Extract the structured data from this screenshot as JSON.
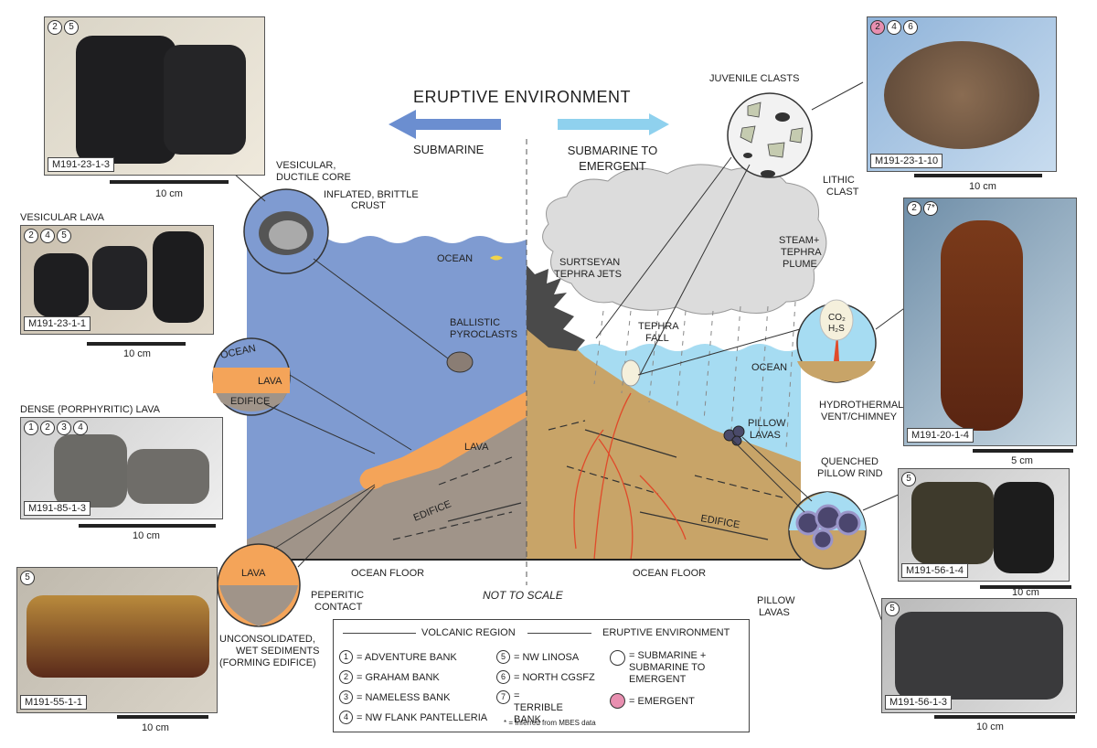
{
  "title": "ERUPTIVE ENVIRONMENT",
  "direction_left": "SUBMARINE",
  "direction_right": "SUBMARINE TO EMERGENT",
  "not_to_scale": "NOT TO SCALE",
  "diagram_labels": {
    "ocean_left": "OCEAN",
    "ocean_right": "OCEAN",
    "ballistic": "BALLISTIC PYROCLASTS",
    "lava": "LAVA",
    "edifice_left": "EDIFICE",
    "edifice_right": "EDIFICE",
    "ocean_floor_left": "OCEAN FLOOR",
    "ocean_floor_right": "OCEAN FLOOR",
    "surtseyan": "SURTSEYAN TEPHRA JETS",
    "steam": "STEAM+ TEPHRA PLUME",
    "tephra_fall": "TEPHRA FALL",
    "pillow": "PILLOW LAVAS",
    "juvenile": "JUVENILE CLASTS",
    "lithic": "LITHIC CLAST",
    "vesicular_core": "VESICULAR, DUCTILE CORE",
    "inflated_crust": "INFLATED, BRITTLE CRUST",
    "inset_ocean": "OCEAN",
    "inset_lava": "LAVA",
    "inset_edifice": "EDIFICE",
    "inset_lava2": "LAVA",
    "peperitic": "PEPERITIC CONTACT",
    "unconsolidated": "UNCONSOLIDATED, WET SEDIMENTS (FORMING EDIFICE)",
    "co2": "CO₂",
    "h2s": "H₂S",
    "hydrothermal": "HYDROTHERMAL VENT/CHIMNEY",
    "quenched": "QUENCHED PILLOW RIND",
    "pillow_lavas_inset": "PILLOW LAVAS"
  },
  "photos": [
    {
      "id": "M191-23-1-3",
      "header": "",
      "nums": [
        "2",
        "5"
      ],
      "pink": [],
      "scale": "10 cm"
    },
    {
      "id": "M191-23-1-1",
      "header": "VESICULAR LAVA",
      "nums": [
        "2",
        "4",
        "5"
      ],
      "pink": [],
      "scale": "10 cm"
    },
    {
      "id": "M191-85-1-3",
      "header": "DENSE (PORPHYRITIC) LAVA",
      "nums": [
        "1",
        "2",
        "3",
        "4"
      ],
      "pink": [],
      "scale": "10 cm"
    },
    {
      "id": "M191-55-1-1",
      "header": "",
      "nums": [
        "5"
      ],
      "pink": [],
      "scale": "10 cm"
    },
    {
      "id": "M191-23-1-10",
      "header": "",
      "nums": [
        "2",
        "4",
        "6"
      ],
      "pink": [
        "2"
      ],
      "scale": "10 cm"
    },
    {
      "id": "M191-20-1-4",
      "header": "",
      "nums": [
        "2",
        "7*"
      ],
      "pink": [],
      "scale": "5 cm"
    },
    {
      "id": "M191-56-1-4",
      "header": "",
      "nums": [
        "5"
      ],
      "pink": [],
      "scale": "10 cm"
    },
    {
      "id": "M191-56-1-3",
      "header": "",
      "nums": [
        "5"
      ],
      "pink": [],
      "scale": "10 cm"
    }
  ],
  "legend": {
    "volcanic_region_title": "VOLCANIC REGION",
    "eruptive_env_title": "ERUPTIVE ENVIRONMENT",
    "items": [
      {
        "num": "1",
        "label": "= ADVENTURE BANK"
      },
      {
        "num": "2",
        "label": "= GRAHAM BANK"
      },
      {
        "num": "3",
        "label": "= NAMELESS BANK"
      },
      {
        "num": "4",
        "label": "= NW FLANK PANTELLERIA"
      },
      {
        "num": "5",
        "label": "= NW LINOSA"
      },
      {
        "num": "6",
        "label": "= NORTH CGSFZ"
      },
      {
        "num": "7",
        "label": "= TERRIBLE BANK"
      }
    ],
    "env_white": "= SUBMARINE + SUBMARINE TO EMERGENT",
    "env_pink": "= EMERGENT",
    "footnote": "* = Inferred from MBES data",
    "colors": {
      "white": "#ffffff",
      "pink": "#e88fb0"
    }
  },
  "colors": {
    "ocean_left": "#7f9bd1",
    "ocean_right": "#a6dcf2",
    "edifice_left": "#a09489",
    "edifice_right": "#c8a468",
    "lava": "#f4a459",
    "plume": "#dcdcdc"
  }
}
